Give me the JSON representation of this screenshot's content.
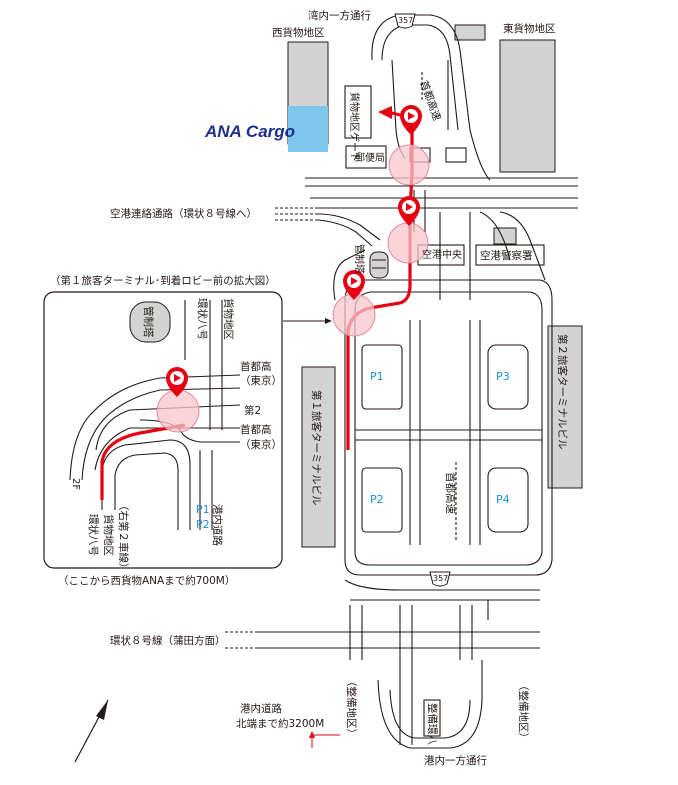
{
  "labels": {
    "wangai": "湾内一方通行",
    "nishi_kamotsu": "西貨物地区",
    "higashi_kamotsu": "東貨物地区",
    "kamotsu_gate": "貨物地区ゲート",
    "shuto_kosoku_top": "首都高速",
    "ana_cargo": "ANA Cargo",
    "yubinkyoku": "郵便局",
    "kuko_renraku": "空港連絡通路（環状８号線へ）",
    "kansei_to": "管制塔",
    "kuko_chuo": "空港中央",
    "kuko_keisatsu": "空港警察署",
    "inset_title": "（第１旅客ターミナル･到着ロビー前の拡大図）",
    "terminal1": "第１旅客ターミナルビル",
    "terminal2": "第２旅客ターミナルビル",
    "shuto_kosoku_mid": "首都高速",
    "inset_kanseito": "管制塔",
    "inset_kanjo8_top": "環状八号",
    "inset_kamotsu_top": "貨物地区",
    "inset_shuto1": "首都高",
    "inset_tokyo1": "（東京）",
    "inset_dai2": "第2",
    "inset_shuto2": "首都高",
    "inset_tokyo2": "（東京）",
    "inset_2f": "2F",
    "inset_kanjo8_bottom": "環状八号",
    "inset_kamotsu_bottom": "貨物地区",
    "inset_migi2": "（右第２車線）",
    "inset_konai": "港内道路",
    "inset_note": "（ここから西貨物ANAまで約700M）",
    "kanjo8_kamata": "環状８号線（蒲田方面）",
    "seibi_left": "（整備地区）",
    "seibi_right": "（整備地区）",
    "konai_north": "港内道路",
    "konai_north2": "北端まで約3200M",
    "konai_ippo": "港内一方通行",
    "seibi_kan": "整備環八",
    "route357": "357"
  },
  "parking": [
    "P1",
    "P2",
    "P3",
    "P4"
  ],
  "inset_parking": [
    "P1",
    "P2"
  ],
  "colors": {
    "route": "#e60012",
    "ana_blue": "#1b2f8f",
    "parking_blue": "#1d8fd6",
    "highlight_pink": "#f7c6cb",
    "building_gray": "#d3d3d3",
    "ana_box": "#7ec8ee"
  }
}
